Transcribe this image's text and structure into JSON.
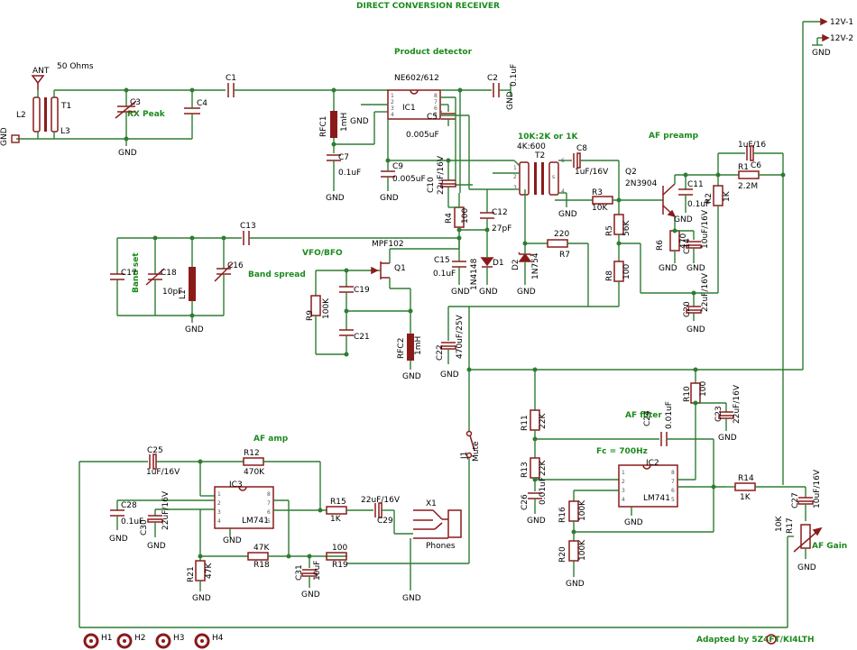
{
  "title": "DIRECT CONVERSION RECEIVER",
  "credit": "Adapted by 5Z4FT/KI4LTH",
  "headings": {
    "product_detector": "Product detector",
    "af_preamp": "AF preamp",
    "vfo_bfo": "VFO/BFO",
    "af_amp": "AF amp",
    "af_filter": "AF filter",
    "fc": "Fc = 700Hz",
    "rx_peak": "RX Peak",
    "band_spread": "Band spread",
    "band_set": "Band set",
    "af_gain": "AF Gain",
    "ratio": "10K:2K or 1K",
    "ohms": "50 Ohms"
  },
  "nets": {
    "v1": "12V-1",
    "v2": "12V-2",
    "gnd": "GND",
    "ant": "ANT"
  },
  "parts": {
    "L2": "L2",
    "L3": "L3",
    "T1": "T1",
    "C1": "C1",
    "C2": "C2",
    "C2v": "0.1uF",
    "C3": "C3",
    "C4": "C4",
    "C5": "C5",
    "C5v": "0.005uF",
    "C6": "C6",
    "C6v": "1uF/16",
    "C7": "C7",
    "C7v": "0.1uF",
    "C8": "C8",
    "C8v": "1uF/16V",
    "C9": "C9",
    "C9v": "0.005uF",
    "C10": "C10",
    "C10v": "22uF/16V",
    "C11": "C11",
    "C11v": "0.1uF",
    "C12": "C12",
    "C12v": "27pF",
    "C13": "C13",
    "C14": "C14",
    "C14v": "10uF/16V",
    "C15": "C15",
    "C15v": "0.1uF",
    "C16": "C16",
    "C17": "C17",
    "C18": "C18",
    "C18v": "10pF",
    "C19": "C19",
    "C20": "C20",
    "C20v": "22uF/16V",
    "C21": "C21",
    "C22": "C22",
    "C22v": "470uF/25V",
    "C23": "C23",
    "C23v": "22uF/16V",
    "C24": "C24",
    "C24v": "0.01uF",
    "C25": "C25",
    "C25v": "1uF/16V",
    "C26": "C26",
    "C26v": "0.01uF",
    "C27": "C27",
    "C27v": "10uF/16V",
    "C28": "C28",
    "C28v": "0.1uF",
    "C29": "C29",
    "C29v": "22uF/16V",
    "C30": "C30",
    "C30v": "22uF/16V",
    "C31": "C31",
    "C31v": "10uF",
    "IC1": "IC1",
    "IC1v": "NE602/612",
    "IC2": "IC2",
    "IC2v": "LM741",
    "IC3": "IC3",
    "IC3v": "LM741",
    "T2": "T2",
    "T2v": "4K:600",
    "Q1": "Q1",
    "Q1v": "MPF102",
    "Q2": "Q2",
    "Q2v": "2N3904",
    "D1": "D1",
    "D1v": "1N4148",
    "D2": "D2",
    "D2v": "1N754",
    "L1": "L1",
    "RFC1": "RFC1",
    "RFC1v": "1mH",
    "RFC2": "RFC2",
    "RFC2v": "1mH",
    "R1": "R1",
    "R1v": "2.2M",
    "R2": "R2",
    "R2v": "1K",
    "R3": "R3",
    "R3v": "10K",
    "R4": "R4",
    "R4v": "100",
    "R5": "R5",
    "R5v": "56K",
    "R6": "R6",
    "R6v": "470",
    "R7": "R7",
    "R7v": "220",
    "R8": "R8",
    "R8v": "100",
    "R9": "R9",
    "R9v": "100K",
    "R10": "R10",
    "R10v": "100",
    "R11": "R11",
    "R11v": "22K",
    "R12": "R12",
    "R12v": "470K",
    "R13": "R13",
    "R13v": "22K",
    "R14": "R14",
    "R14v": "1K",
    "R15": "R15",
    "R15v": "1K",
    "R16": "R16",
    "R16v": "100K",
    "R17": "R17",
    "R17v": "10K",
    "R18": "R18",
    "R18v": "47K",
    "R19": "R19",
    "R19v": "100",
    "R20": "R20",
    "R20v": "100K",
    "R21": "R21",
    "R21v": "47K",
    "J1": "J1",
    "J1v": "Mute",
    "X1": "X1",
    "X1v": "Phones",
    "H1": "H1",
    "H2": "H2",
    "H3": "H3",
    "H4": "H4"
  }
}
